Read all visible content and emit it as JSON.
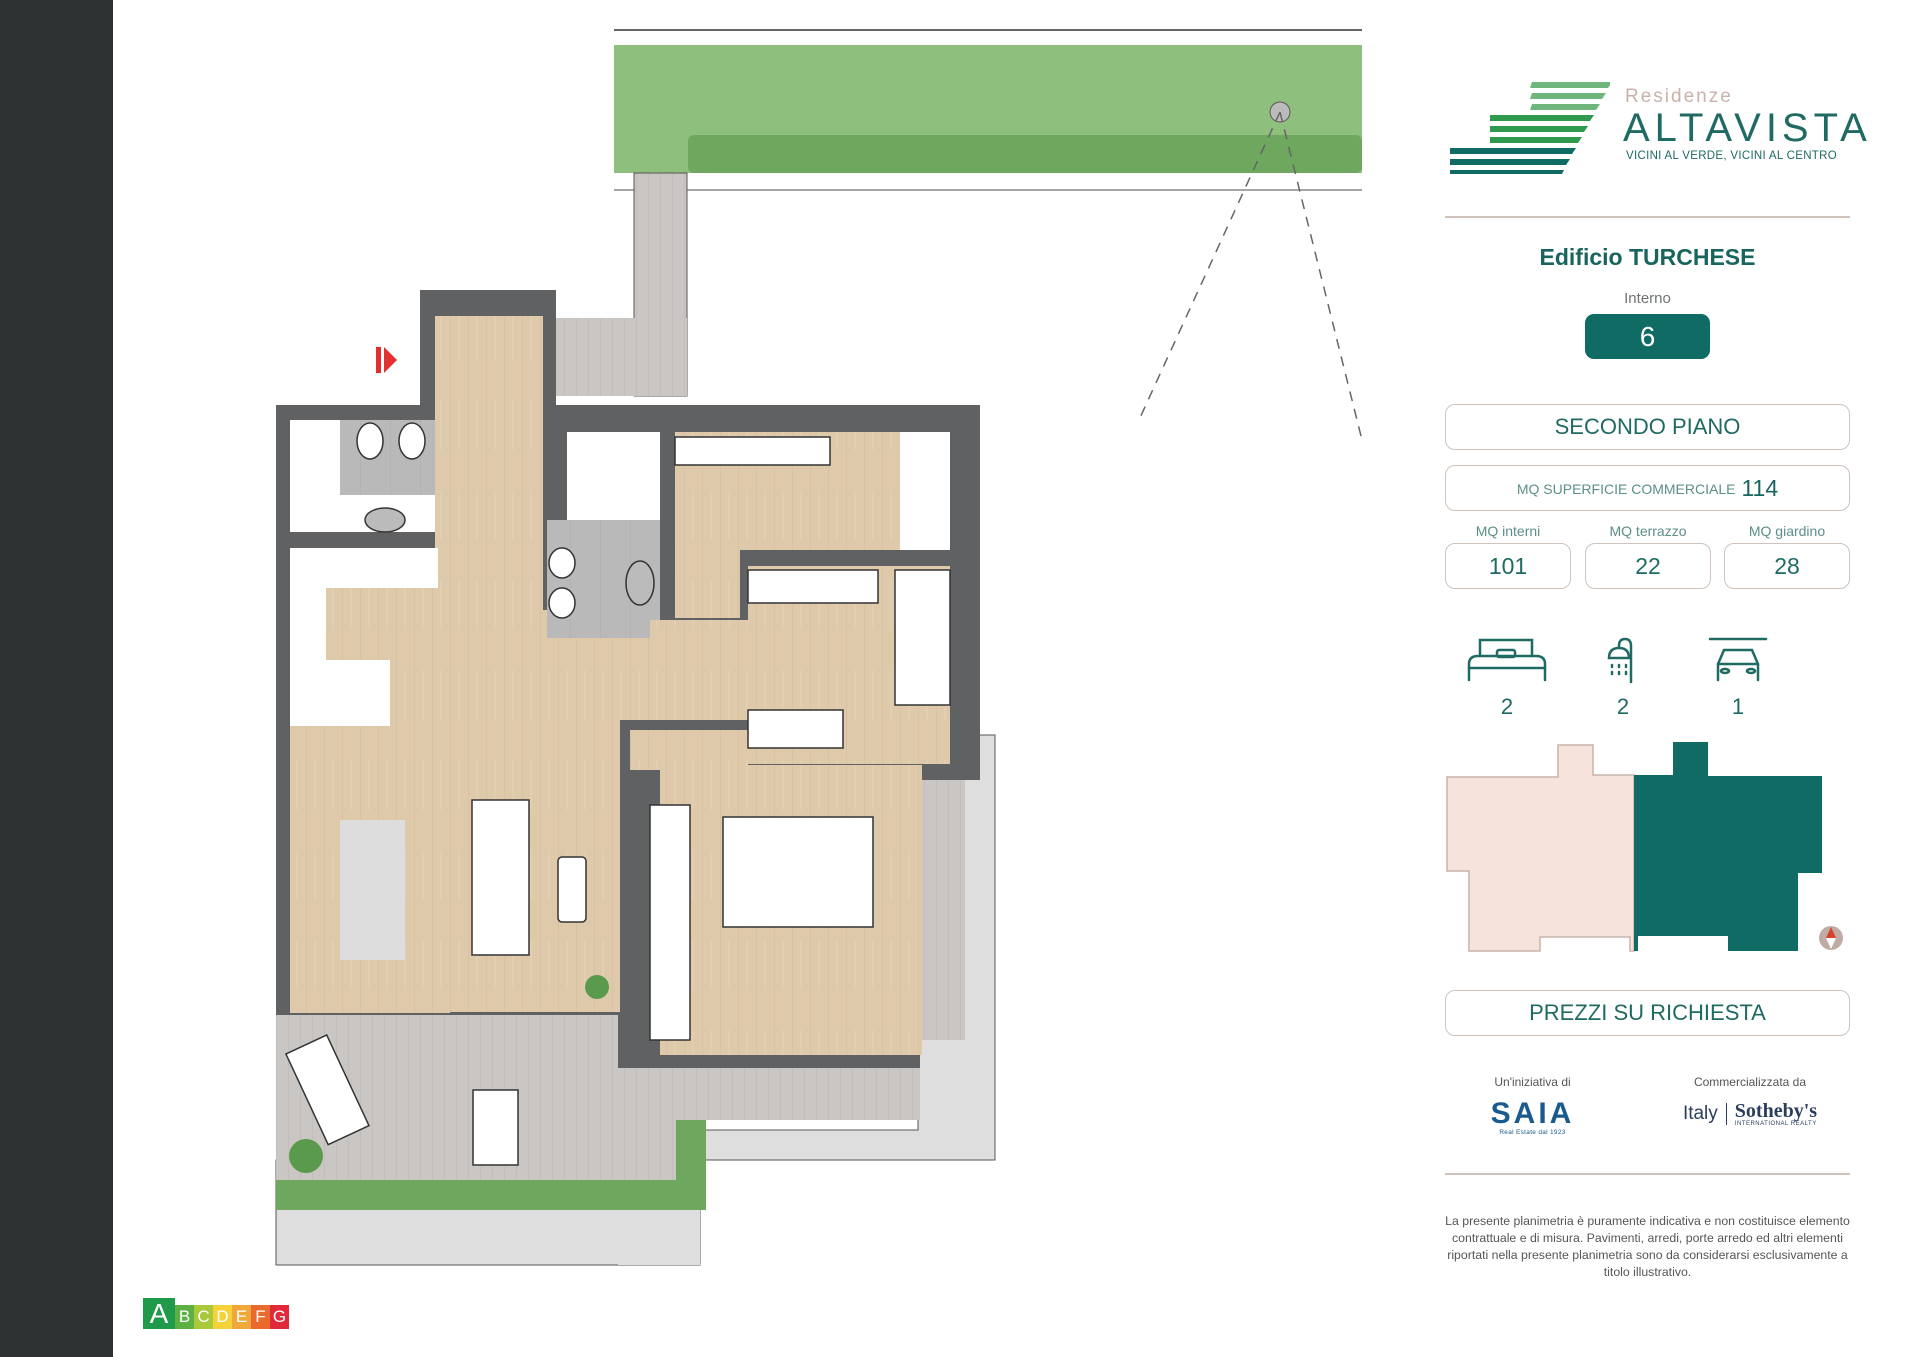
{
  "logo": {
    "brand_small": "Residenze",
    "brand_big": "ALTAVISTA",
    "tagline": "VICINI AL VERDE, VICINI AL CENTRO",
    "stripe_colors": [
      "#6fb57c",
      "#2f9a4e",
      "#0f6b63"
    ]
  },
  "building": {
    "title": "Edificio TURCHESE",
    "interno_label": "Interno",
    "interno_value": "6"
  },
  "floor": {
    "label": "SECONDO PIANO"
  },
  "surface": {
    "label": "MQ SUPERFICIE COMMERCIALE",
    "value": "114"
  },
  "areas": [
    {
      "label": "MQ interni",
      "value": "101"
    },
    {
      "label": "MQ terrazzo",
      "value": "22"
    },
    {
      "label": "MQ giardino",
      "value": "28"
    }
  ],
  "features": [
    {
      "icon": "bed-icon",
      "value": "2"
    },
    {
      "icon": "shower-icon",
      "value": "2"
    },
    {
      "icon": "car-icon",
      "value": "1"
    }
  ],
  "keymap": {
    "other_unit_color": "#f5e3dc",
    "this_unit_color": "#0f6b63",
    "compass": "compass-icon"
  },
  "price": {
    "label": "PREZZI SU RICHIESTA"
  },
  "partners": {
    "developer_label": "Un'iniziativa di",
    "developer_name": "SAIA",
    "developer_sub": "Real Estate dal 1923",
    "agency_label": "Commercializzata da",
    "agency_prefix": "Italy",
    "agency_name": "Sotheby's",
    "agency_sub": "INTERNATIONAL REALTY"
  },
  "disclaimer": "La presente planimetria è puramente indicativa e non costituisce elemento contrattuale e di misura. Pavimenti, arredi, porte arredo ed altri elementi riportati nella presente planimetria sono da considerarsi esclusivamente a titolo illustrativo.",
  "energy_class": {
    "selected": "A",
    "classes": [
      {
        "letter": "A",
        "color": "#1f9a4a"
      },
      {
        "letter": "B",
        "color": "#5db043"
      },
      {
        "letter": "C",
        "color": "#a9c83a"
      },
      {
        "letter": "D",
        "color": "#f4d33a"
      },
      {
        "letter": "E",
        "color": "#f0a83a"
      },
      {
        "letter": "F",
        "color": "#ea6a2e"
      },
      {
        "letter": "G",
        "color": "#e2293a"
      }
    ]
  },
  "plan": {
    "entrance_marker": "entrance-arrow-icon",
    "colors": {
      "wall": "#5f6163",
      "wood_floor": "#dfc9ab",
      "tile_floor": "#b8b8b8",
      "terrace": "#c9c7c4",
      "lawn": "#8fbf7c",
      "hedge": "#6da85e",
      "paving": "#dedede"
    }
  }
}
